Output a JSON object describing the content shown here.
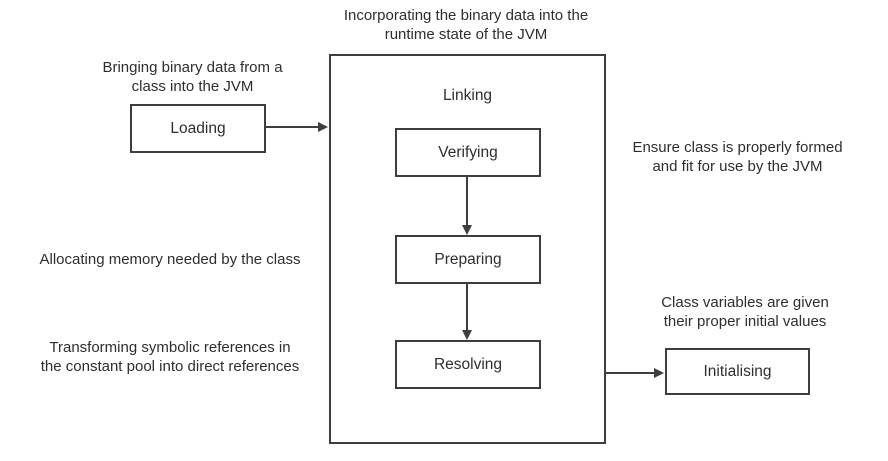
{
  "canvas": {
    "background": "#ffffff",
    "line_color": "#3e3e3e",
    "text_color": "#2e2e2e"
  },
  "nodes": {
    "loading": "Loading",
    "linking": "Linking",
    "verifying": "Verifying",
    "preparing": "Preparing",
    "resolving": "Resolving",
    "initialising": "Initialising"
  },
  "annotations": {
    "loading": "Bringing binary data from a\nclass into the JVM",
    "linking": "Incorporating the binary data into the\nruntime state of the JVM",
    "verifying": "Ensure class is properly formed\nand fit for use by the JVM",
    "preparing": "Allocating memory needed by the class",
    "resolving": "Transforming symbolic references in\nthe constant pool into direct references",
    "initialising": "Class variables are given\ntheir proper initial values"
  }
}
